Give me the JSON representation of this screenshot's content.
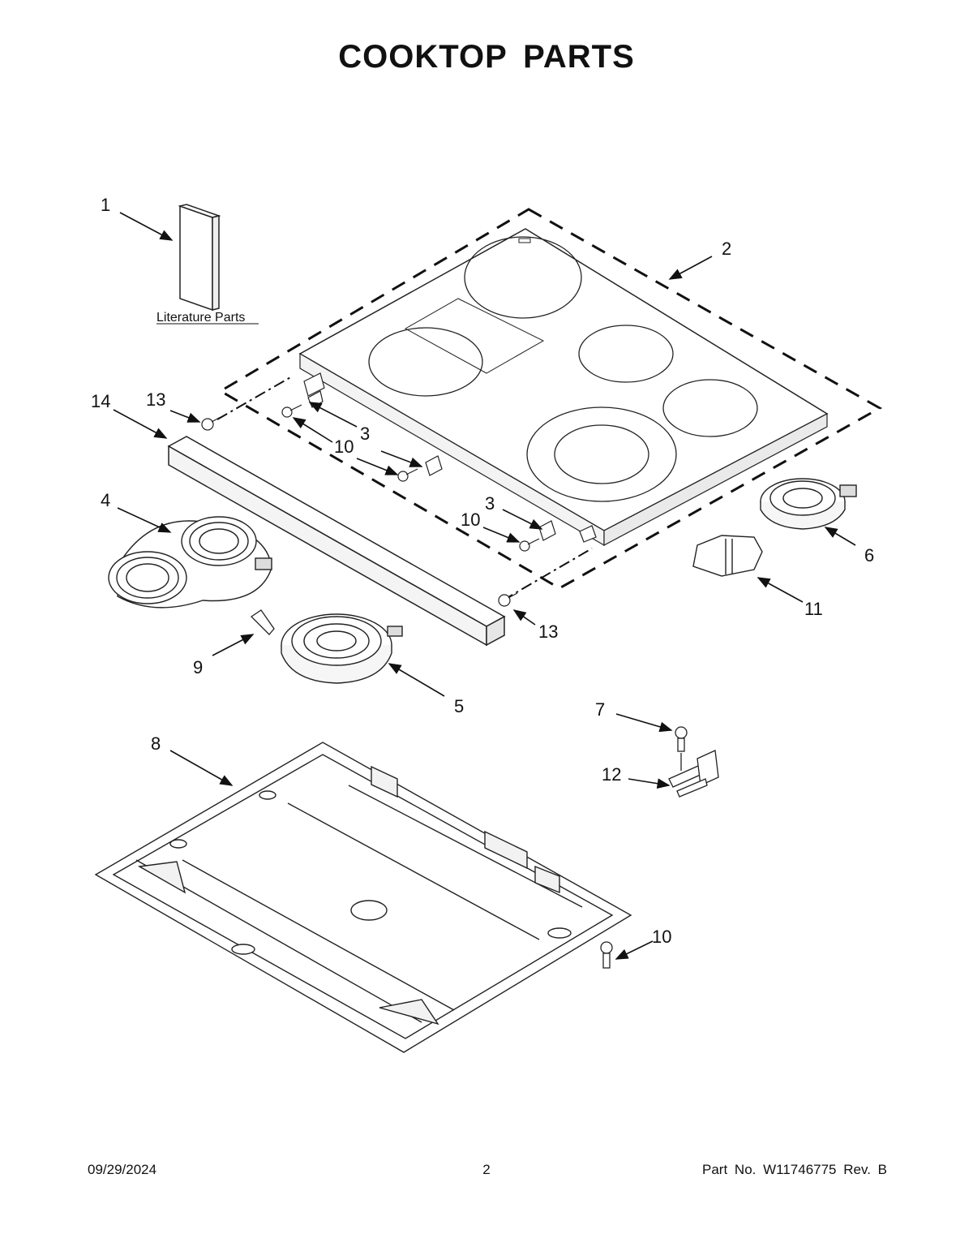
{
  "title": "COOKTOP PARTS",
  "literature_label": "Literature Parts",
  "callouts": {
    "c1": "1",
    "c2": "2",
    "c3a": "3",
    "c3b": "3",
    "c4": "4",
    "c5": "5",
    "c6": "6",
    "c7": "7",
    "c8": "8",
    "c9": "9",
    "c10a": "10",
    "c10b": "10",
    "c10c": "10",
    "c11": "11",
    "c12": "12",
    "c13a": "13",
    "c13b": "13",
    "c14": "14"
  },
  "footer": {
    "date": "09/29/2024",
    "page": "2",
    "part_no": "Part No.  W11746775  Rev.  B"
  }
}
